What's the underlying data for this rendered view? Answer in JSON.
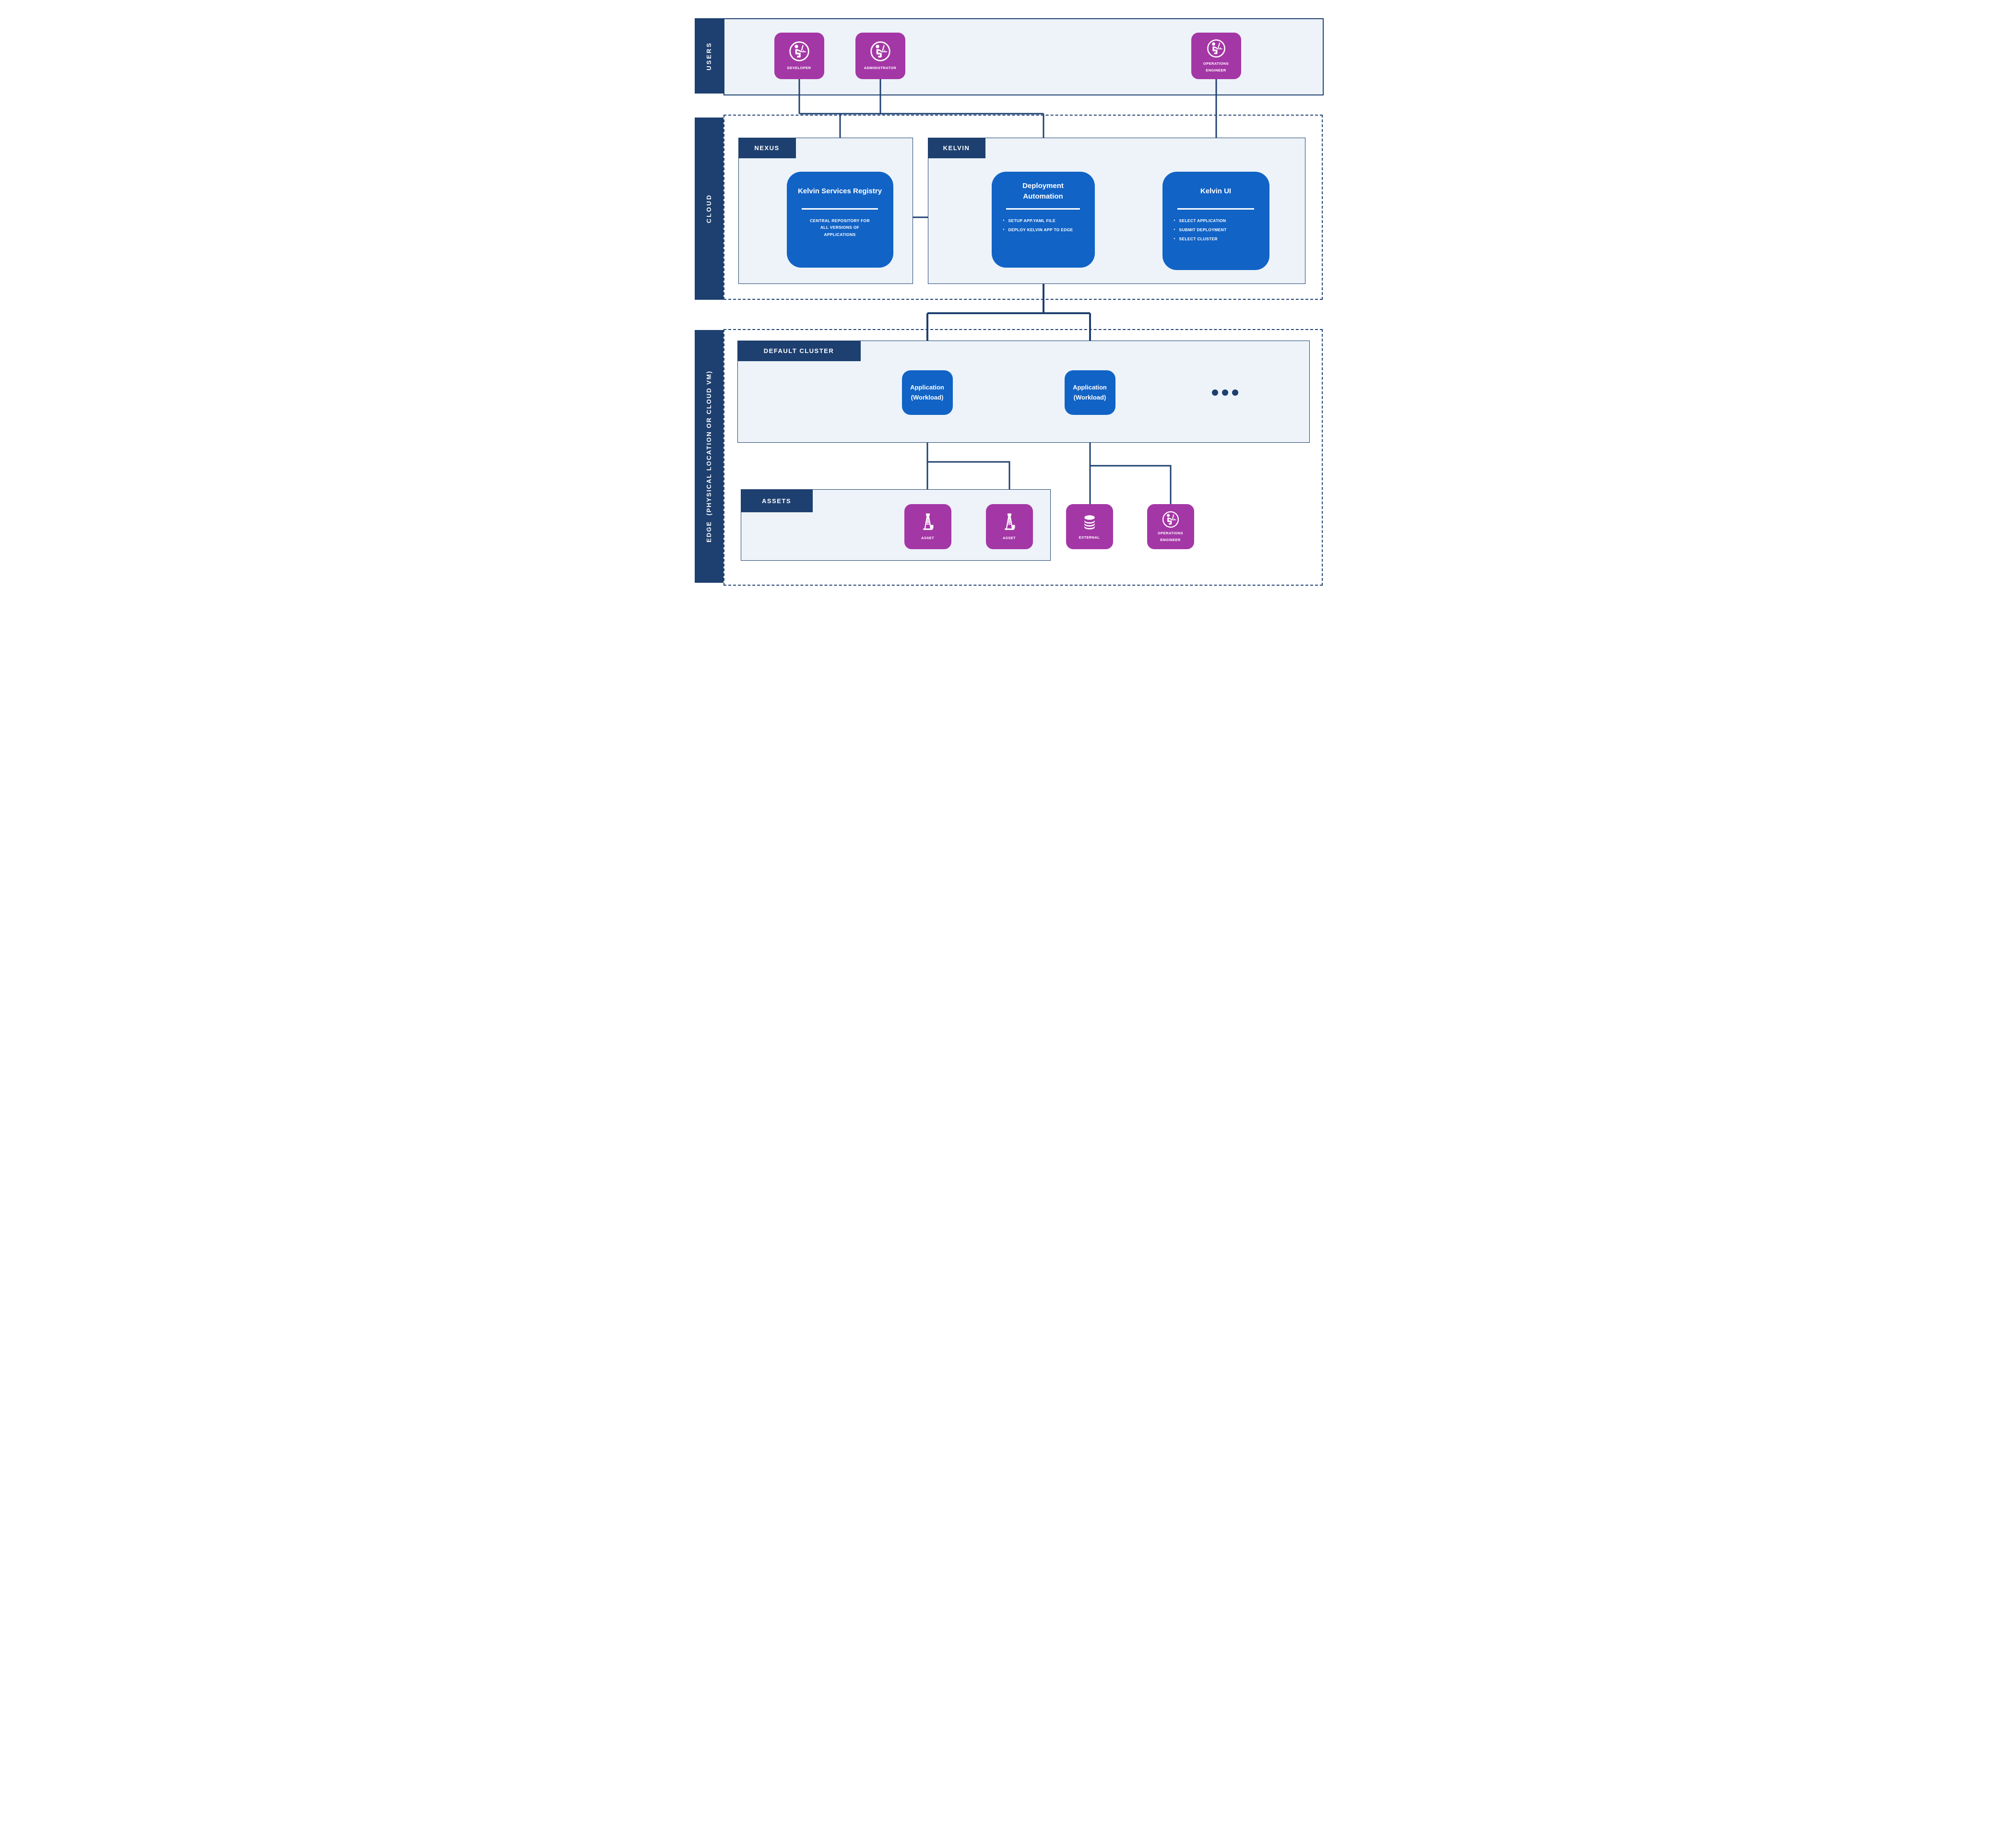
{
  "bands": {
    "users": {
      "label": "USERS"
    },
    "cloud": {
      "label": "CLOUD"
    },
    "edge": {
      "label": "EDGE  (PHYSICAL LOCATION OR CLOUD VM)"
    }
  },
  "users": {
    "developer": {
      "label": "DEVELOPER"
    },
    "administrator": {
      "label": "ADMINISTRATOR"
    },
    "operations_engineer": {
      "label": "OPERATIONS ENGINEER"
    }
  },
  "cloud": {
    "nexus": {
      "label": "NEXUS",
      "registry": {
        "title": "Kelvin Services Registry",
        "description": "CENTRAL REPOSITORY FOR ALL VERSIONS OF APPLICATIONS"
      }
    },
    "kelvin": {
      "label": "KELVIN",
      "deployment_automation": {
        "title": "Deployment Automation",
        "bullets": [
          "SETUP APP.YAML FILE",
          "DEPLOY KELVIN APP TO EDGE"
        ]
      },
      "kelvin_ui": {
        "title": "Kelvin UI",
        "bullets": [
          "SELECT APPLICATION",
          "SUBMIT DEPLOYMENT",
          "SELECT CLUSTER"
        ]
      }
    }
  },
  "edge": {
    "default_cluster": {
      "label": "DEFAULT CLUSTER",
      "applications": [
        {
          "title": "Application (Workload)"
        },
        {
          "title": "Application (Workload)"
        }
      ]
    },
    "assets_panel": {
      "label": "ASSETS",
      "assets": [
        {
          "label": "ASSET"
        },
        {
          "label": "ASSET"
        }
      ]
    },
    "external": {
      "label": "EXTERNAL"
    },
    "operations_engineer": {
      "label": "OPERATIONS ENGINEER"
    }
  },
  "icons": {
    "user_icon": "person-at-computer",
    "asset_icon": "oil-derrick",
    "external_icon": "database",
    "more_icon": "ellipsis-dots"
  },
  "colors": {
    "navy": "#1e4070",
    "panel_light": "#edf3f9",
    "box_blue": "#1163c6",
    "card_magenta": "#a437a6"
  }
}
